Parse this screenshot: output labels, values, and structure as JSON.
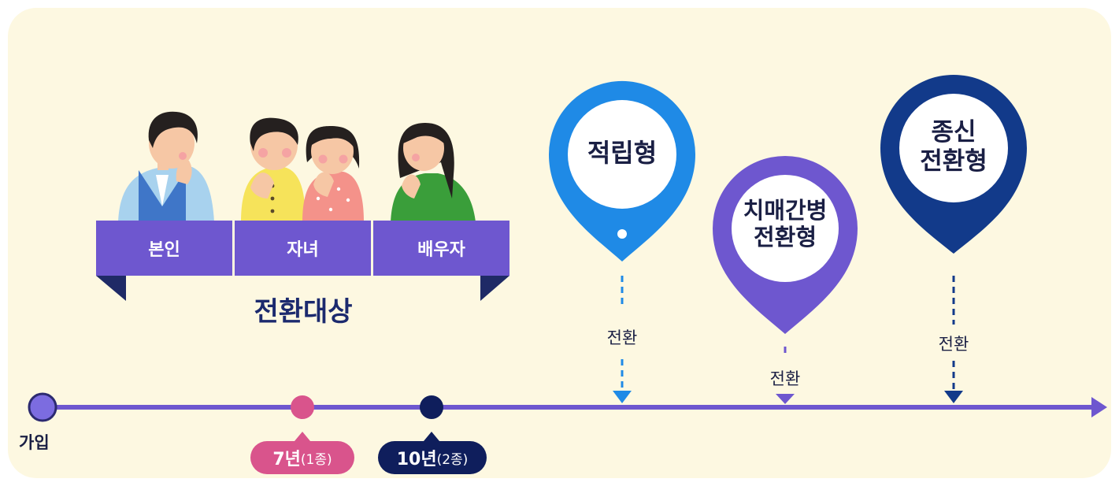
{
  "targets": {
    "items": [
      "본인",
      "자녀",
      "배우자"
    ],
    "title": "전환대상"
  },
  "pins": {
    "savings": [
      "적립형"
    ],
    "dementia": [
      "치매간병",
      "전환형"
    ],
    "lifetime": [
      "종신",
      "전환형"
    ]
  },
  "conversion_label": "전환",
  "timeline": {
    "start_label": "가입",
    "year7": {
      "main": "7년",
      "sub": "(1종)"
    },
    "year10": {
      "main": "10년",
      "sub": "(2종)"
    }
  },
  "colors": {
    "purple": "#6e57cf",
    "blue": "#1f8ae6",
    "navy": "#123a8a",
    "pink": "#d9548c",
    "dark_navy": "#0f1e5c",
    "background": "#fdf8e1"
  }
}
